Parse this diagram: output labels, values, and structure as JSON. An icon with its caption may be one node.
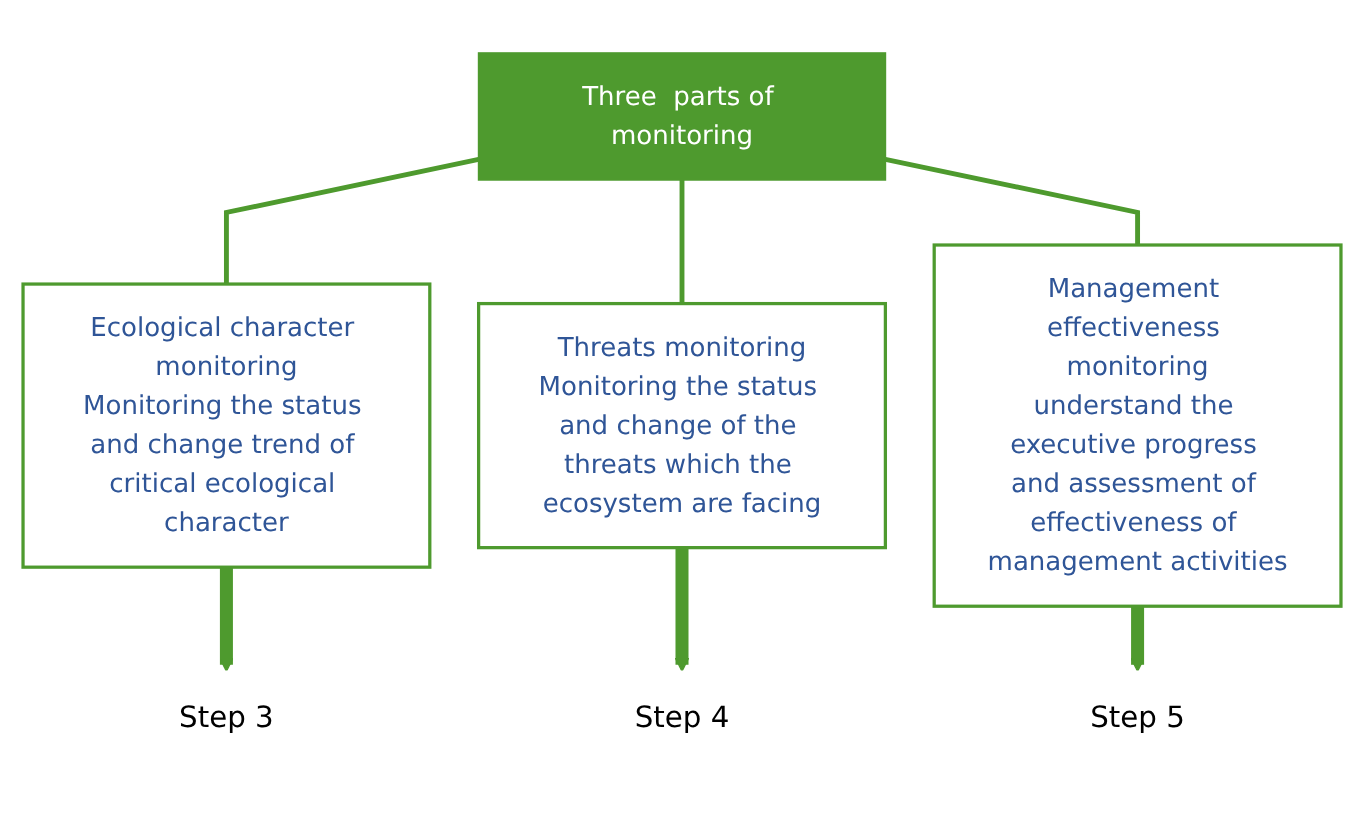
{
  "diagram": {
    "nodes": [
      {
        "text": [
          "Three  parts of monitoring"
        ]
      },
      {
        "text": [
          "Ecological character monitoring",
          "Monitoring the status and change trend of critical ecological character"
        ]
      },
      {
        "text": [
          "Threats monitoring",
          "Monitoring the status and change of the threats which the ecosystem are facing"
        ]
      },
      {
        "text": [
          "Management effectiveness monitoring",
          "understand the executive progress and assessment of effectiveness of management activities"
        ]
      },
      {
        "text": [
          "Step 3"
        ]
      },
      {
        "text": [
          "Step 4"
        ]
      },
      {
        "text": [
          "Step 5"
        ]
      }
    ],
    "edges": [
      {
        "from": 0,
        "to": 1,
        "arrow": "none"
      },
      {
        "from": 0,
        "to": 2,
        "arrow": "none"
      },
      {
        "from": 0,
        "to": 3,
        "arrow": "none"
      },
      {
        "from": 1,
        "to": 4,
        "arrow": "to",
        "style": "thick"
      },
      {
        "from": 2,
        "to": 5,
        "arrow": "to",
        "style": "thick"
      },
      {
        "from": 3,
        "to": 6,
        "arrow": "to",
        "style": "thick"
      }
    ]
  }
}
